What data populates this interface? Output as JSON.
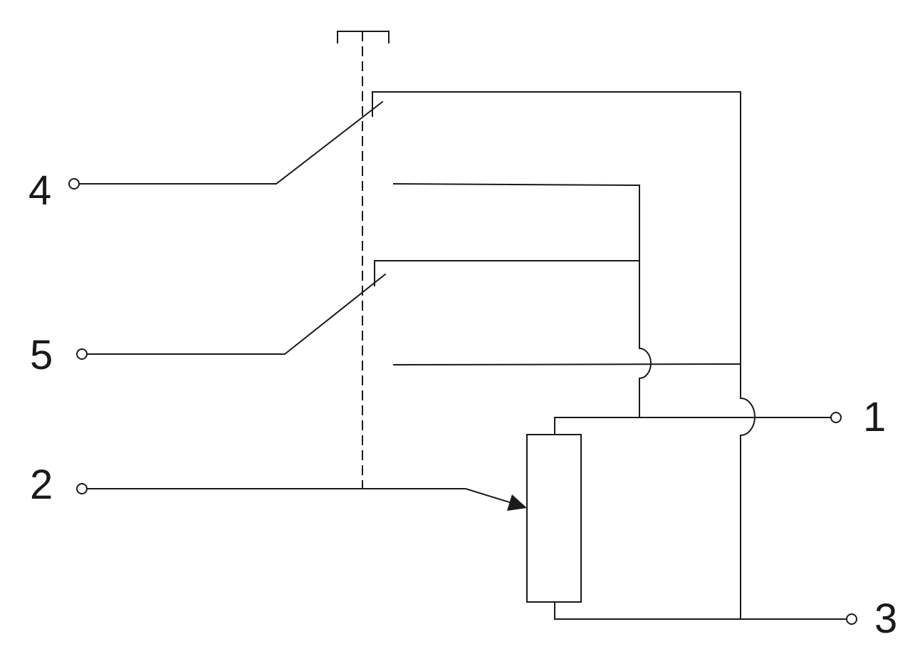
{
  "terminals": {
    "t4": {
      "label": "4"
    },
    "t5": {
      "label": "5"
    },
    "t2": {
      "label": "2"
    },
    "t1": {
      "label": "1"
    },
    "t3": {
      "label": "3"
    }
  },
  "colors": {
    "ink": "#1a1a1a",
    "background": "#ffffff"
  }
}
